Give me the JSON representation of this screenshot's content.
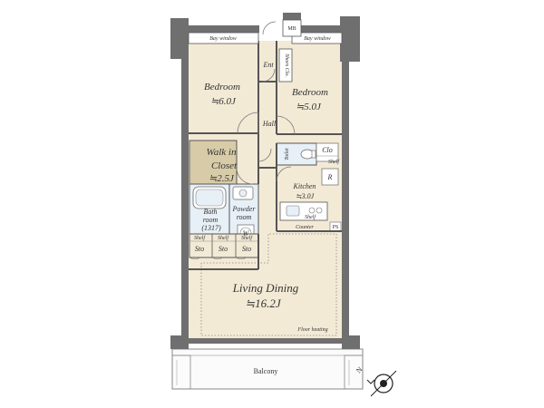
{
  "colors": {
    "wall": "#6f6f6f",
    "floor": "#f3ead6",
    "closet": "#d8cca8",
    "wet_area": "#e8f0f7",
    "outline": "#555555",
    "balcony": "#fbfbfb"
  },
  "rooms": {
    "bedroom_west": {
      "name": "Bedroom",
      "size": "≒6.0J"
    },
    "bedroom_east": {
      "name": "Bedroom",
      "size": "≒5.0J"
    },
    "walk_in_closet": {
      "name_line1": "Walk in",
      "name_line2": "Closet",
      "size": "≒2.5J"
    },
    "kitchen": {
      "name": "Kitchen",
      "size": "≒3.0J"
    },
    "living_dining": {
      "name": "Living Dining",
      "size": "≒16.2J"
    },
    "bathroom": {
      "name_line1": "Bath",
      "name_line2": "room",
      "spec": "(1317)"
    },
    "powder_room": {
      "name_line1": "Powder",
      "name_line2": "room"
    }
  },
  "labels": {
    "bay_window_west": "Bay window",
    "bay_window_east": "Bay window",
    "mb": "MB",
    "entrance": "Ent",
    "shoe_closet": "Shoes Clo.",
    "hall": "Hall",
    "toilet": "Toilet",
    "closet": "Clo",
    "shelf": "Shelf",
    "refrigerator": "R",
    "counter": "Counter",
    "pipe_space": "PS",
    "washer": "W",
    "storage": [
      "Sto",
      "Sto",
      "Sto"
    ],
    "storage_shelves": [
      "Shelf",
      "Shelf",
      "Shelf"
    ],
    "floor_heating": "Floor heating",
    "balcony": "Balcony",
    "north": "N"
  },
  "icons": {
    "compass": "north-compass-icon"
  }
}
